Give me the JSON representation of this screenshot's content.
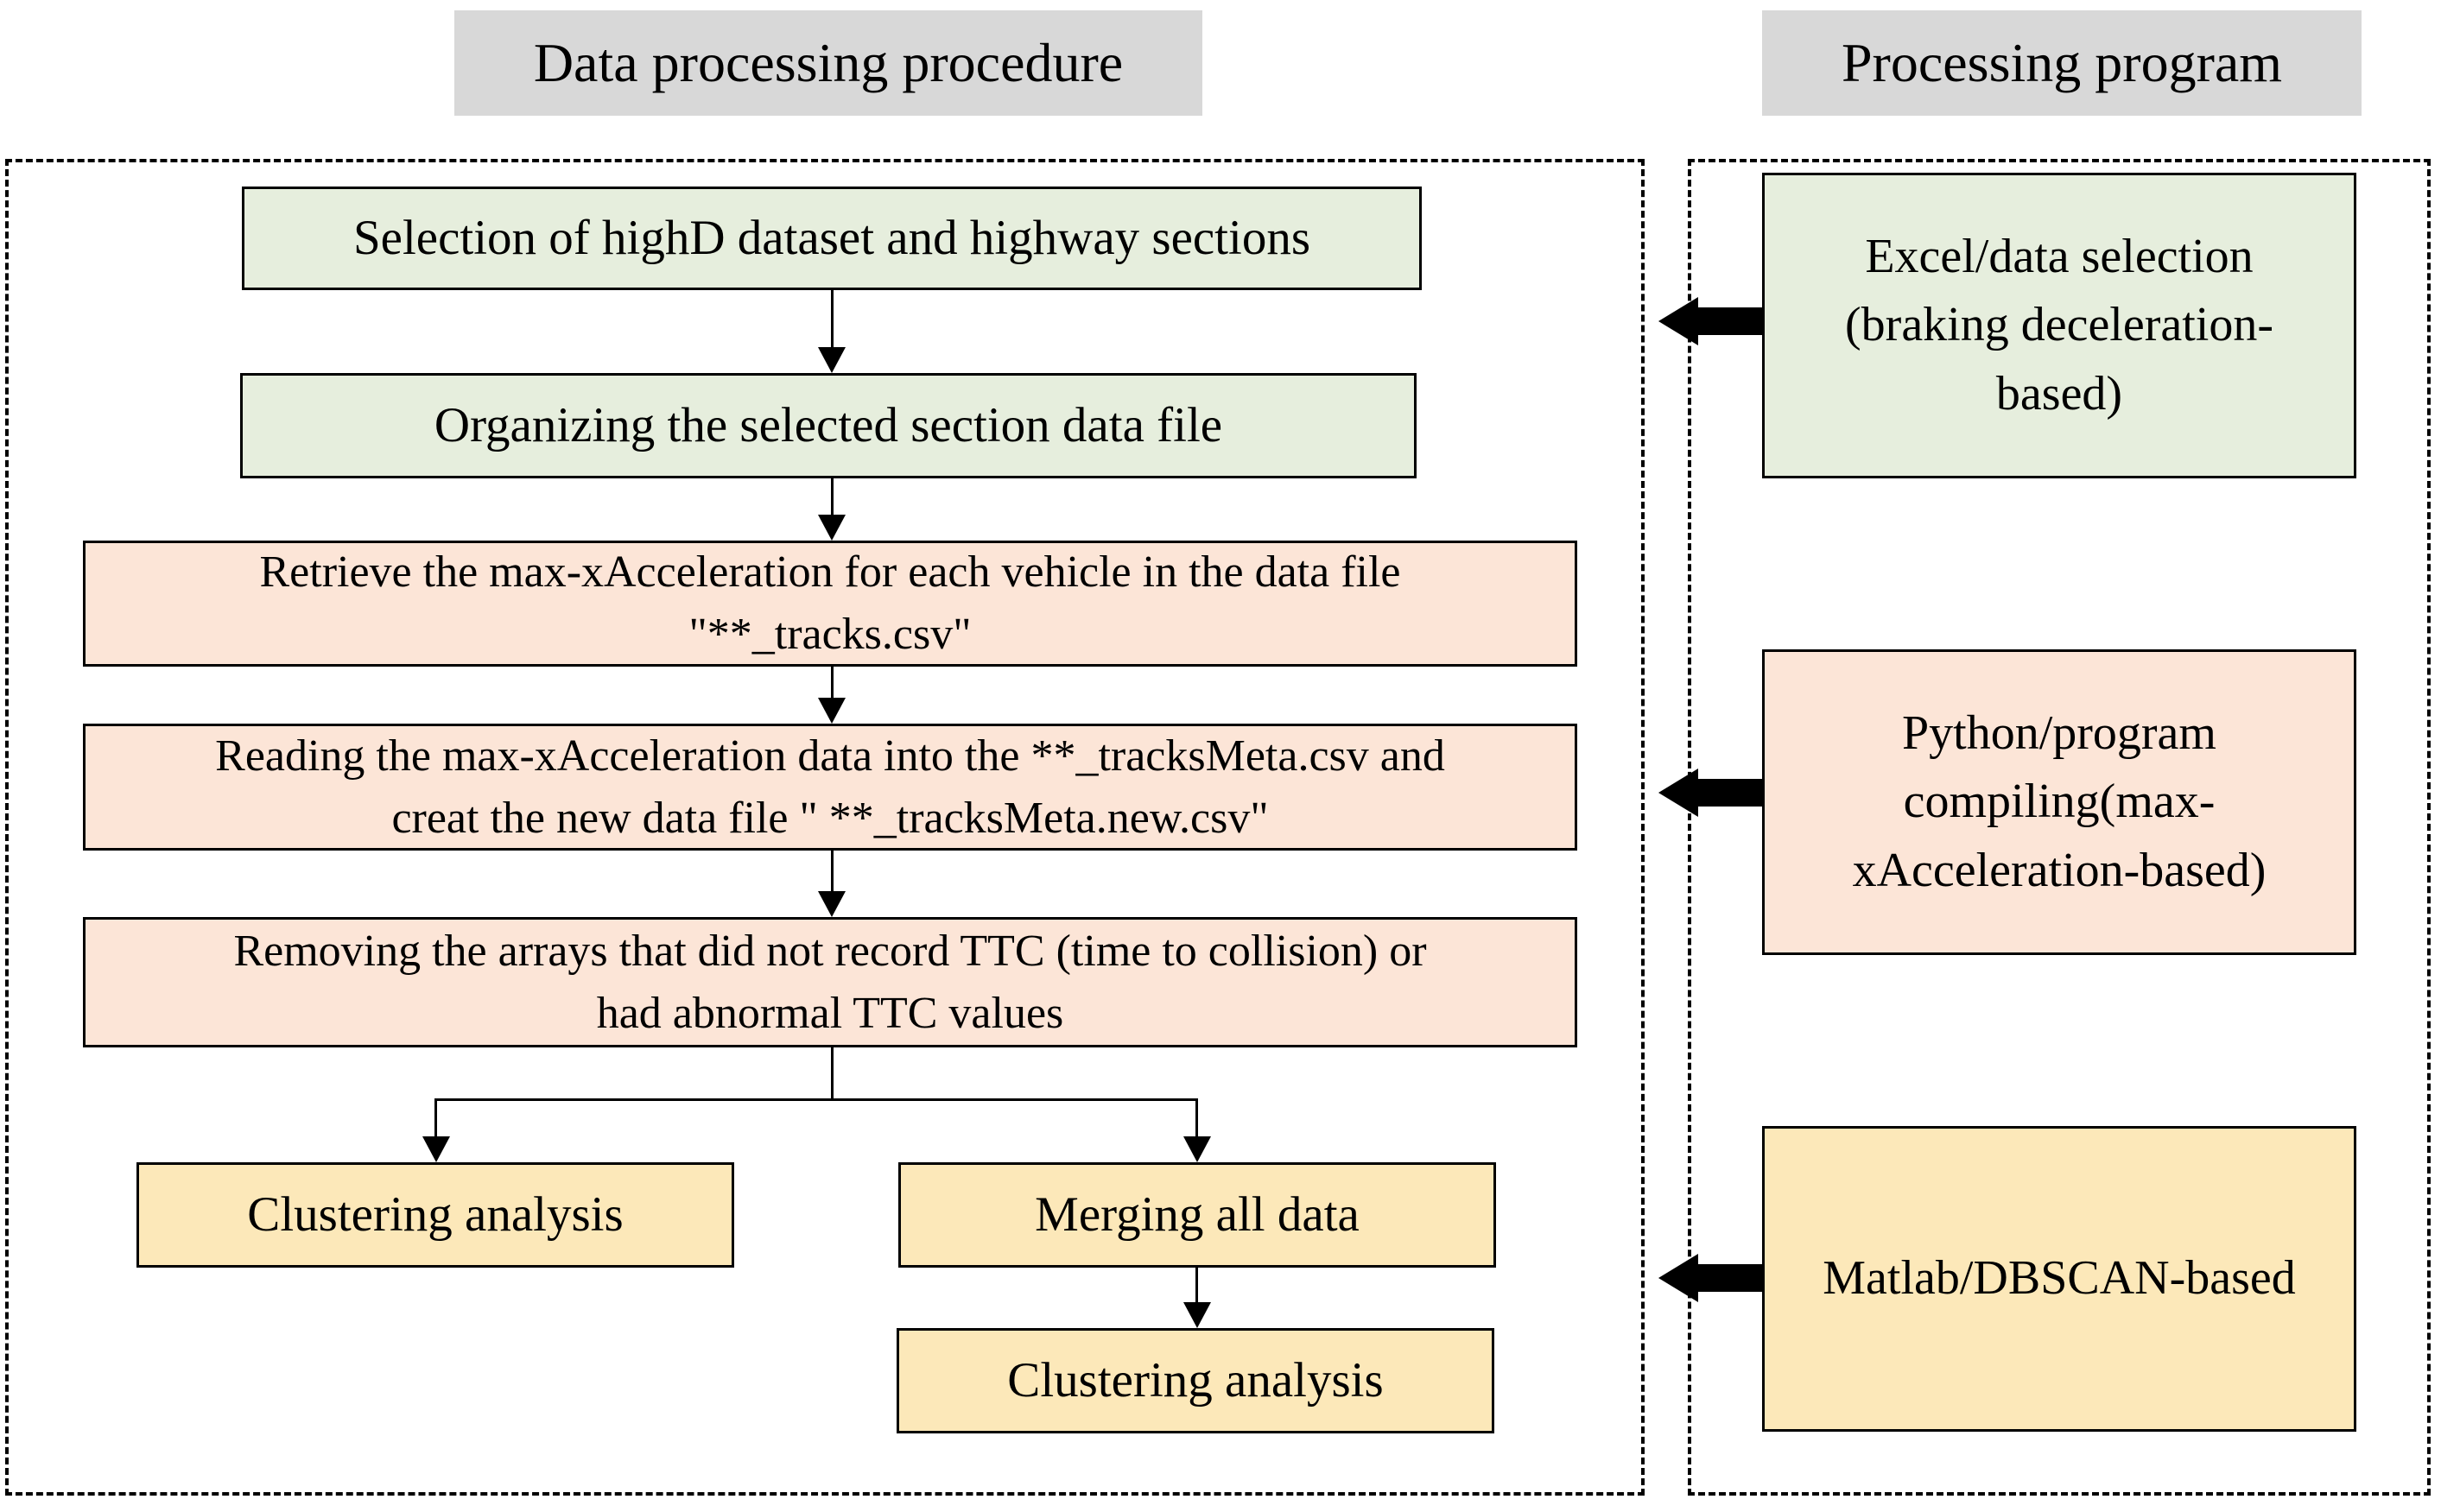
{
  "titles": {
    "left": "Data processing procedure",
    "right": "Processing program"
  },
  "colors": {
    "title_bg": "#d8d8d8",
    "green": "#e6eedd",
    "orange": "#fce5d7",
    "yellow": "#fce8b9",
    "ink": "#000000"
  },
  "procedure": {
    "steps": [
      {
        "id": "selection",
        "lines": [
          "Selection of highD dataset and highway sections"
        ]
      },
      {
        "id": "organizing",
        "lines": [
          "Organizing the selected section data file"
        ]
      },
      {
        "id": "retrieve",
        "lines": [
          "Retrieve the max-xAcceleration  for each vehicle in the data file",
          "\"**_tracks.csv\""
        ]
      },
      {
        "id": "reading",
        "lines": [
          "Reading the max-xAcceleration data into the **_tracksMeta.csv and",
          "creat the new data file \" **_tracksMeta.new.csv\""
        ]
      },
      {
        "id": "removing",
        "lines": [
          "Removing the arrays that did not record TTC (time to collision) or",
          "had abnormal TTC values"
        ]
      },
      {
        "id": "clustering-left",
        "lines": [
          "Clustering analysis"
        ]
      },
      {
        "id": "merging",
        "lines": [
          "Merging all data"
        ]
      },
      {
        "id": "clustering-bottom",
        "lines": [
          "Clustering analysis"
        ]
      }
    ]
  },
  "programs": {
    "boxes": [
      {
        "id": "excel",
        "lines": [
          "Excel/data selection",
          "(braking deceleration-",
          "based)"
        ]
      },
      {
        "id": "python",
        "lines": [
          "Python/program",
          "compiling(max-",
          "xAcceleration-based)"
        ]
      },
      {
        "id": "matlab",
        "lines": [
          "Matlab/DBSCAN-based"
        ]
      }
    ]
  }
}
